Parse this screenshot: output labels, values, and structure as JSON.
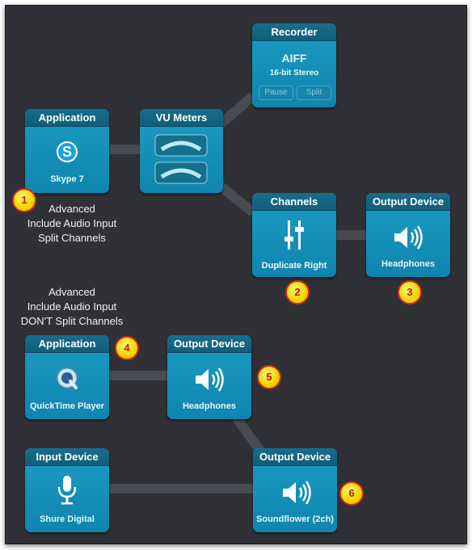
{
  "nodes": {
    "recorder": {
      "title": "Recorder",
      "format": "AIFF",
      "detail": "16-bit Stereo",
      "pause_label": "Pause",
      "split_label": "Split"
    },
    "app1": {
      "title": "Application",
      "label": "Skype 7",
      "icon": "skype-icon"
    },
    "vu": {
      "title": "VU Meters",
      "icon": "vu-meter-icon"
    },
    "channels": {
      "title": "Channels",
      "label": "Duplicate Right",
      "icon": "sliders-icon"
    },
    "out1": {
      "title": "Output Device",
      "label": "Headphones",
      "icon": "speaker-icon"
    },
    "app2": {
      "title": "Application",
      "label": "QuickTime Player",
      "icon": "quicktime-icon"
    },
    "out2": {
      "title": "Output Device",
      "label": "Headphones",
      "icon": "speaker-icon"
    },
    "input": {
      "title": "Input Device",
      "label": "Shure Digital",
      "icon": "microphone-icon"
    },
    "out3": {
      "title": "Output Device",
      "label": "Soundflower (2ch)",
      "icon": "speaker-icon"
    }
  },
  "notes": {
    "first": [
      "Advanced",
      "Include Audio Input",
      "Split Channels"
    ],
    "second": [
      "Advanced",
      "Include Audio Input",
      "DON'T Split Channels"
    ]
  },
  "badges": [
    "1",
    "2",
    "3",
    "4",
    "5",
    "6"
  ],
  "colors": {
    "background": "#2f3136",
    "node": "#1692bc",
    "node_header": "#14627f",
    "badge": "#f3d400",
    "badge_border": "#d12b1a"
  }
}
